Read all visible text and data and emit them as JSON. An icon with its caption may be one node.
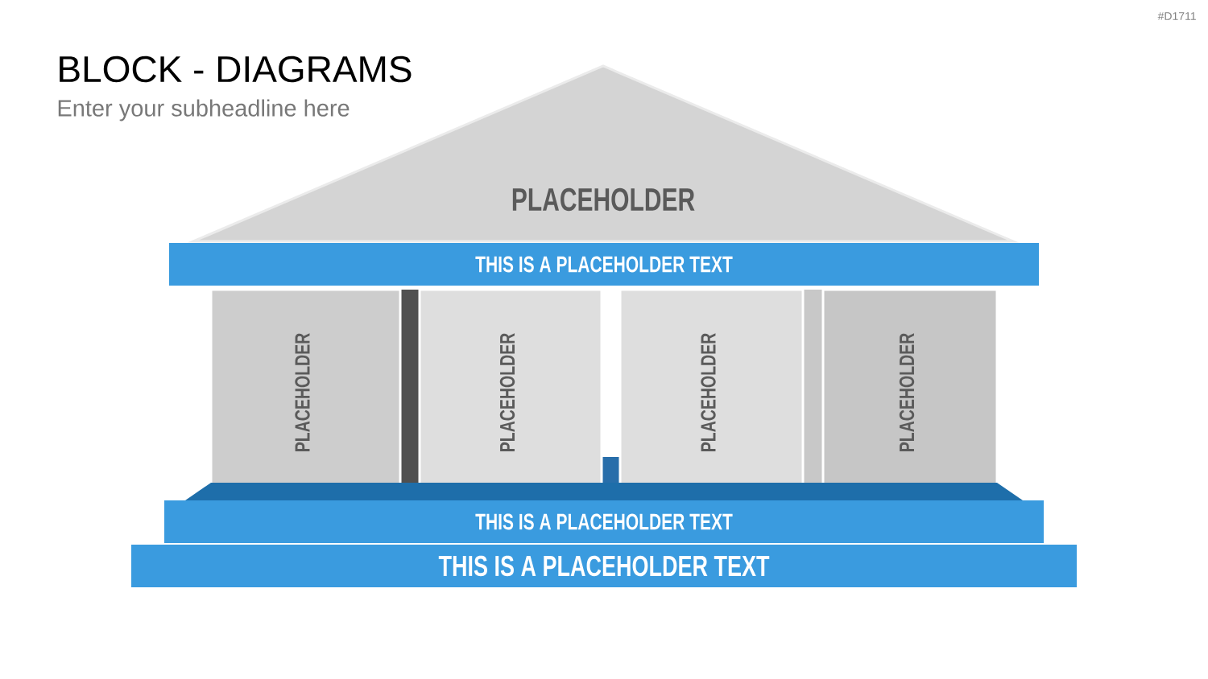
{
  "diagram": {
    "title": "BLOCK - DIAGRAMS",
    "nodes": [
      {
        "text": [
          "PLACEHOLDER"
        ]
      },
      {
        "text": [
          "THIS IS A PLACEHOLDER TEXT"
        ]
      },
      {
        "text": [
          "PLACEHOLDER"
        ]
      },
      {
        "text": [
          "PLACEHOLDER"
        ]
      },
      {
        "text": [
          "PLACEHOLDER"
        ]
      },
      {
        "text": [
          "PLACEHOLDER"
        ]
      },
      {
        "text": [
          "THIS IS A PLACEHOLDER TEXT"
        ]
      },
      {
        "text": [
          "THIS IS A PLACEHOLDER TEXT"
        ]
      }
    ],
    "labels": [
      "#D1711",
      "Enter your subheadline here"
    ]
  }
}
